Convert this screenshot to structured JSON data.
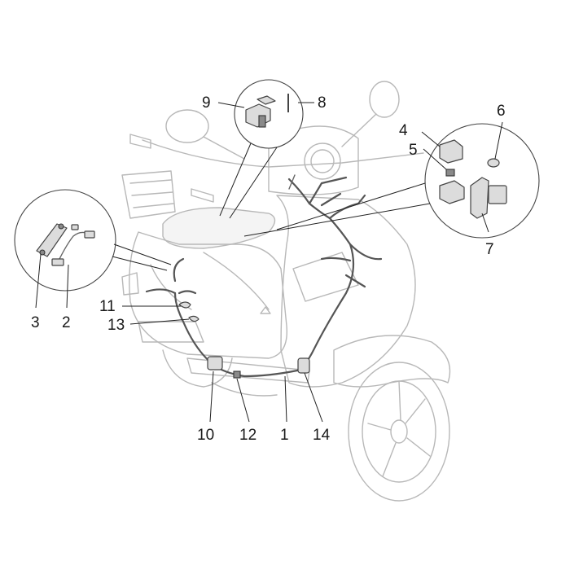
{
  "callouts": [
    {
      "id": "1",
      "label": "1"
    },
    {
      "id": "2",
      "label": "2"
    },
    {
      "id": "3",
      "label": "3"
    },
    {
      "id": "4",
      "label": "4"
    },
    {
      "id": "5",
      "label": "5"
    },
    {
      "id": "6",
      "label": "6"
    },
    {
      "id": "7",
      "label": "7"
    },
    {
      "id": "8",
      "label": "8"
    },
    {
      "id": "9",
      "label": "9"
    },
    {
      "id": "10",
      "label": "10"
    },
    {
      "id": "11",
      "label": "11"
    },
    {
      "id": "12",
      "label": "12"
    },
    {
      "id": "13",
      "label": "13"
    },
    {
      "id": "14",
      "label": "14"
    }
  ],
  "colors": {
    "background": "#ffffff",
    "ghost_outline": "#b8b8b8",
    "harness": "#555555",
    "label": "#1a1a1a"
  }
}
